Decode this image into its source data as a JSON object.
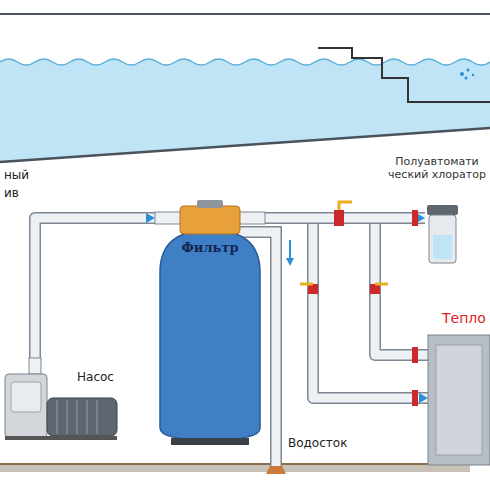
{
  "diagram": {
    "nodes": [
      {
        "text": [
          "Насос"
        ]
      },
      {
        "text": [
          "Фильтр"
        ]
      },
      {
        "text": [
          "Полуавтомати ческий хлоратор"
        ]
      },
      {
        "text": [
          "Тепло"
        ]
      }
    ],
    "edges": [
      {
        "from": 0,
        "to": 1,
        "arrow": "to"
      },
      {
        "from": 1,
        "to": 3,
        "arrow": "to"
      },
      {
        "from": 3,
        "to": 2,
        "arrow": "to"
      },
      {
        "from": 1,
        "to": 2,
        "arrow": "to"
      }
    ],
    "labels": [
      "ный",
      "ив",
      "Водосток"
    ]
  }
}
